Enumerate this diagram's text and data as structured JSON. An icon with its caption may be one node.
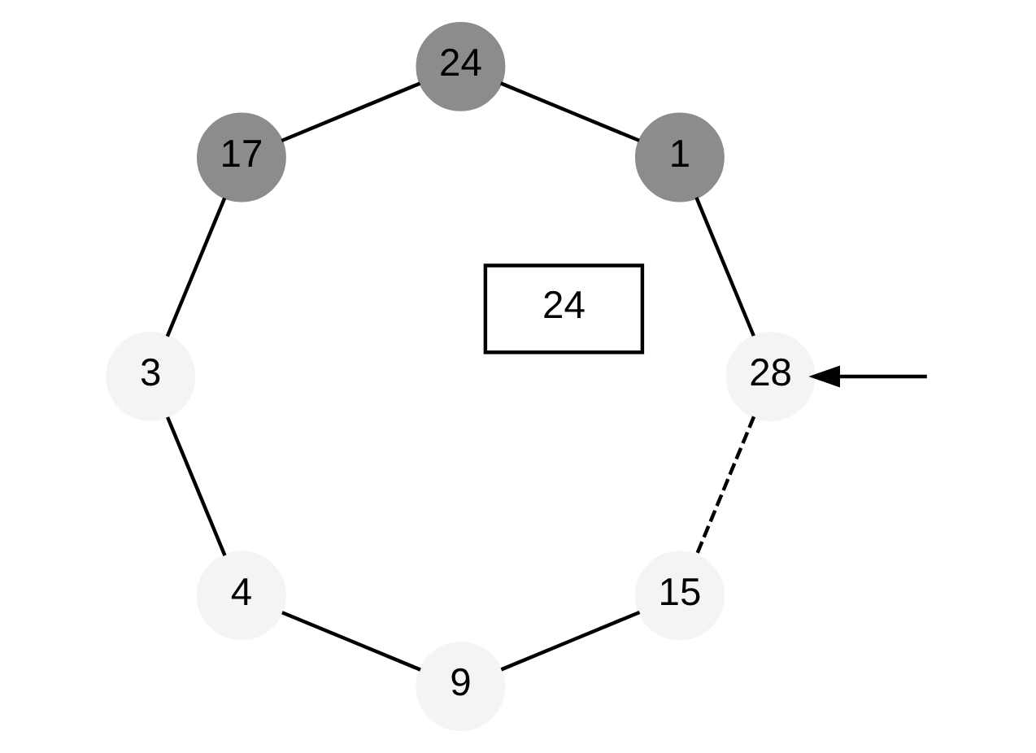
{
  "diagram": {
    "nodes": [
      {
        "text": [
          "3"
        ]
      },
      {
        "text": [
          "17"
        ]
      },
      {
        "text": [
          "24"
        ]
      },
      {
        "text": [
          "1"
        ]
      },
      {
        "text": [
          "28"
        ]
      },
      {
        "text": [
          "15"
        ]
      },
      {
        "text": [
          "9"
        ]
      },
      {
        "text": [
          "4"
        ]
      },
      {
        "text": [
          "24"
        ]
      }
    ],
    "edges": [
      {
        "from": 0,
        "to": 1,
        "arrow": "none"
      },
      {
        "from": 1,
        "to": 2,
        "arrow": "none"
      },
      {
        "from": 2,
        "to": 3,
        "arrow": "none"
      },
      {
        "from": 3,
        "to": 4,
        "arrow": "none"
      },
      {
        "from": 4,
        "to": 5,
        "arrow": "none",
        "style": "dashed"
      },
      {
        "from": 5,
        "to": 6,
        "arrow": "none"
      },
      {
        "from": 6,
        "to": 7,
        "arrow": "none"
      },
      {
        "from": 7,
        "to": 0,
        "arrow": "none"
      },
      {
        "from": null,
        "to": 4,
        "arrow": "to"
      }
    ]
  }
}
